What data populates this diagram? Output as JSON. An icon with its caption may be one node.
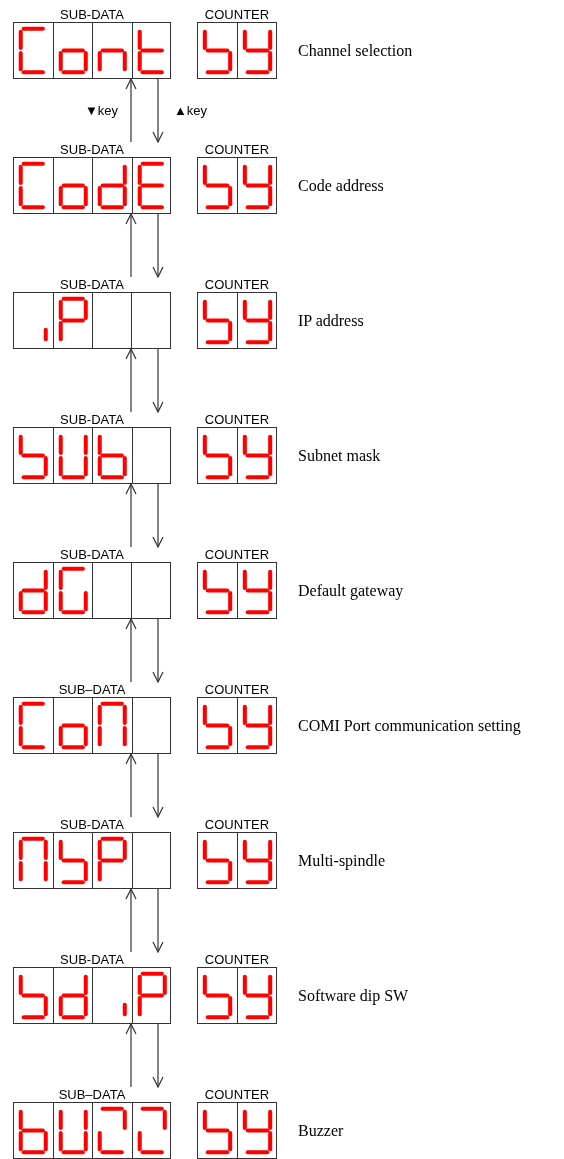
{
  "diagram": {
    "nodes": [
      {
        "text": [
          "SUB-DATA"
        ]
      },
      {
        "text": [
          "COUNTER"
        ],
        "beside": [
          "Channel selection"
        ]
      },
      {
        "text": [
          "SUB-DATA"
        ]
      },
      {
        "text": [
          "COUNTER"
        ],
        "beside": [
          "Code address"
        ]
      },
      {
        "text": [
          "SUB-DATA"
        ]
      },
      {
        "text": [
          "COUNTER"
        ],
        "beside": [
          "IP address"
        ]
      },
      {
        "text": [
          "SUB-DATA"
        ]
      },
      {
        "text": [
          "COUNTER"
        ],
        "beside": [
          "Subnet mask"
        ]
      },
      {
        "text": [
          "SUB-DATA"
        ]
      },
      {
        "text": [
          "COUNTER"
        ],
        "beside": [
          "Default gateway"
        ]
      },
      {
        "text": [
          "SUB–DATA"
        ]
      },
      {
        "text": [
          "COUNTER"
        ],
        "beside": [
          "COMI Port communication setting"
        ]
      },
      {
        "text": [
          "SUB-DATA"
        ]
      },
      {
        "text": [
          "COUNTER"
        ],
        "beside": [
          "Multi-spindle"
        ]
      },
      {
        "text": [
          "SUB-DATA"
        ]
      },
      {
        "text": [
          "COUNTER"
        ],
        "beside": [
          "Software dip SW"
        ]
      },
      {
        "text": [
          "SUB–DATA"
        ]
      },
      {
        "text": [
          "COUNTER"
        ],
        "beside": [
          "Buzzer"
        ]
      }
    ],
    "edges": [
      {
        "from": 2,
        "to": 0,
        "arrow": "to",
        "label": "▼key"
      },
      {
        "from": 0,
        "to": 2,
        "arrow": "to",
        "label": "▲key"
      },
      {
        "from": 4,
        "to": 2,
        "arrow": "to"
      },
      {
        "from": 2,
        "to": 4,
        "arrow": "to"
      },
      {
        "from": 6,
        "to": 4,
        "arrow": "to"
      },
      {
        "from": 4,
        "to": 6,
        "arrow": "to"
      },
      {
        "from": 8,
        "to": 6,
        "arrow": "to"
      },
      {
        "from": 6,
        "to": 8,
        "arrow": "to"
      },
      {
        "from": 10,
        "to": 8,
        "arrow": "to"
      },
      {
        "from": 8,
        "to": 10,
        "arrow": "to"
      },
      {
        "from": 12,
        "to": 10,
        "arrow": "to"
      },
      {
        "from": 10,
        "to": 12,
        "arrow": "to"
      },
      {
        "from": 14,
        "to": 12,
        "arrow": "to"
      },
      {
        "from": 12,
        "to": 14,
        "arrow": "to"
      },
      {
        "from": 16,
        "to": 14,
        "arrow": "to"
      },
      {
        "from": 14,
        "to": 16,
        "arrow": "to"
      }
    ]
  }
}
